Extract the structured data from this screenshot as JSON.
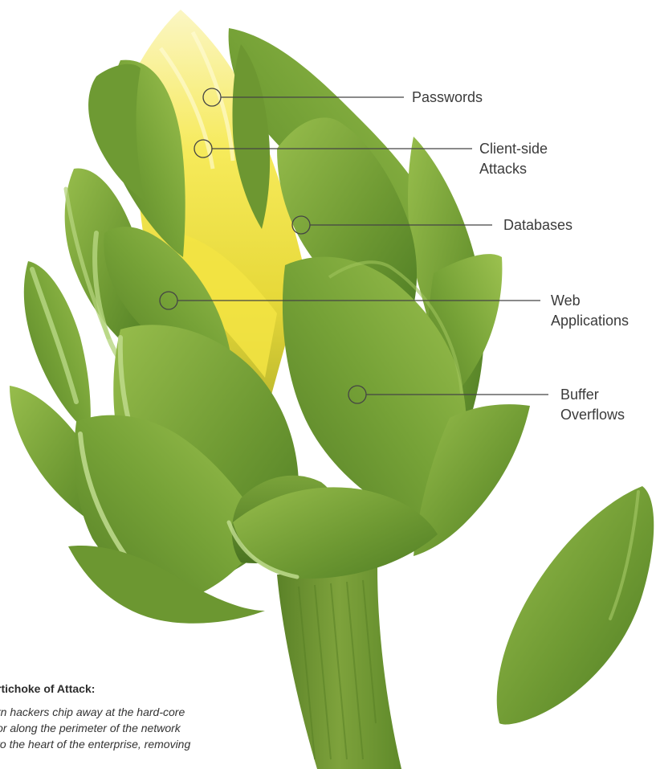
{
  "labels": {
    "passwords": "Passwords",
    "client_side_line1": "Client-side",
    "client_side_line2": "Attacks",
    "databases": "Databases",
    "web_applications_line1": "Web",
    "web_applications_line2": "Applications",
    "buffer_overflows_line1": "Buffer",
    "buffer_overflows_line2": "Overflows"
  },
  "caption": {
    "title": "rtichoke of Attack:",
    "body_line1": "rn hackers chip away at the hard-core",
    "body_line2": "or along the perimeter of the network",
    "body_line3": "to the heart of the enterprise, removing"
  },
  "colors": {
    "leaf_dark": "#5c8a2c",
    "leaf_mid": "#7aa33a",
    "leaf_light": "#97bd4c",
    "heart_yellow": "#f2e23a",
    "heart_pale": "#f8f0a0",
    "stem": "#6f9432",
    "callout_line": "#444444"
  }
}
